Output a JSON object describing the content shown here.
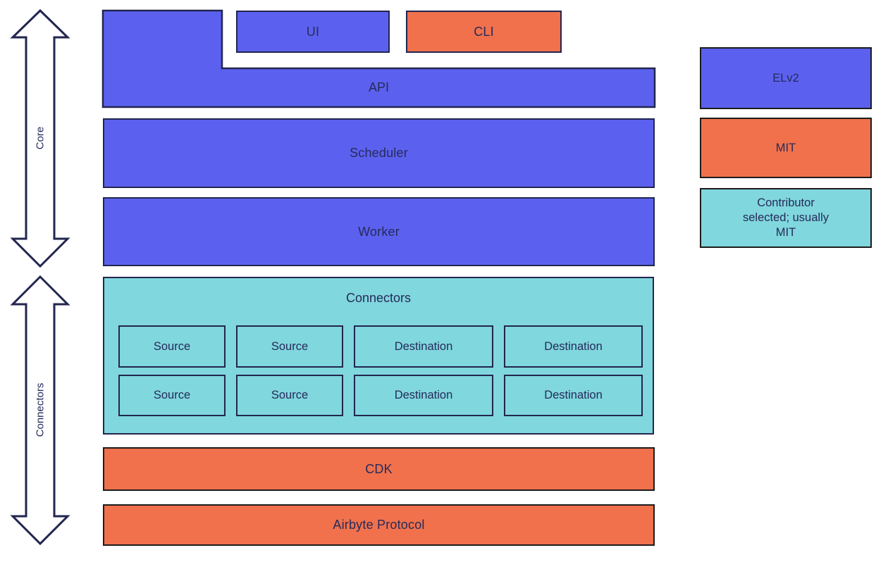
{
  "colors": {
    "purple": "#5b61ee",
    "orange": "#f0714c",
    "teal": "#80d7dd",
    "navy": "#22264f",
    "ink": "#262a5b",
    "black": "#1c1c1c"
  },
  "rails": {
    "core_label": "Core",
    "connectors_label": "Connectors"
  },
  "stack": {
    "ui": "UI",
    "cli": "CLI",
    "api": "API",
    "scheduler": "Scheduler",
    "worker": "Worker",
    "cdk": "CDK",
    "airbyte_protocol": "Airbyte Protocol"
  },
  "connectors_group": {
    "title": "Connectors",
    "row1": [
      "Source",
      "Source",
      "Destination",
      "Destination"
    ],
    "row2": [
      "Source",
      "Source",
      "Destination",
      "Destination"
    ]
  },
  "legend": {
    "elv2": "ELv2",
    "mit": "MIT",
    "contributor": "Contributor selected; usually MIT"
  }
}
